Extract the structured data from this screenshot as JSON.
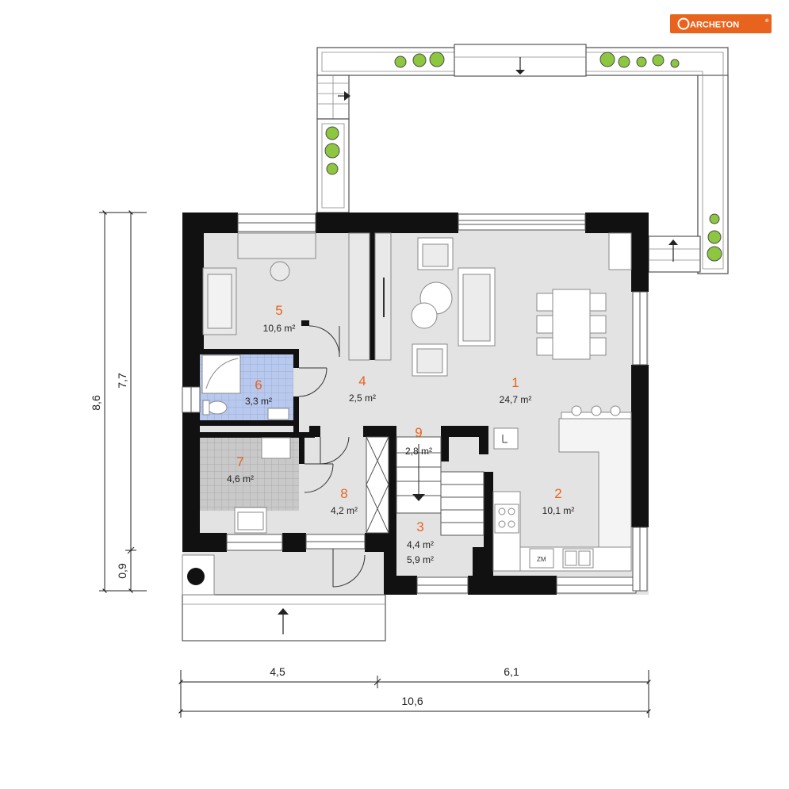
{
  "brand": {
    "name": "ARCHETON",
    "registered": "®",
    "color": "#e8641e"
  },
  "rooms": [
    {
      "id": "1",
      "number": "1",
      "area": "24,7 m²"
    },
    {
      "id": "2",
      "number": "2",
      "area": "10,1 m²"
    },
    {
      "id": "3",
      "number": "3",
      "area": "4,4 m²",
      "area2": "5,9 m²"
    },
    {
      "id": "4",
      "number": "4",
      "area": "2,5 m²"
    },
    {
      "id": "5",
      "number": "5",
      "area": "10,6 m²"
    },
    {
      "id": "6",
      "number": "6",
      "area": "3,3 m²"
    },
    {
      "id": "7",
      "number": "7",
      "area": "4,6 m²"
    },
    {
      "id": "8",
      "number": "8",
      "area": "4,2 m²"
    },
    {
      "id": "9",
      "number": "9",
      "area": "2,8 m²"
    }
  ],
  "dimensions": {
    "bottom_left": "4,5",
    "bottom_right": "6,1",
    "bottom_total": "10,6",
    "left_total": "8,6",
    "left_main": "7,7",
    "left_small": "0,9"
  },
  "appliance_label": "ZM",
  "colors": {
    "floor": "#e3e3e3",
    "wall": "#111111",
    "bathroom": "#b9c9ee",
    "utility": "#c8c8c8",
    "accent": "#e8641e",
    "plant": "#8dc63f"
  }
}
